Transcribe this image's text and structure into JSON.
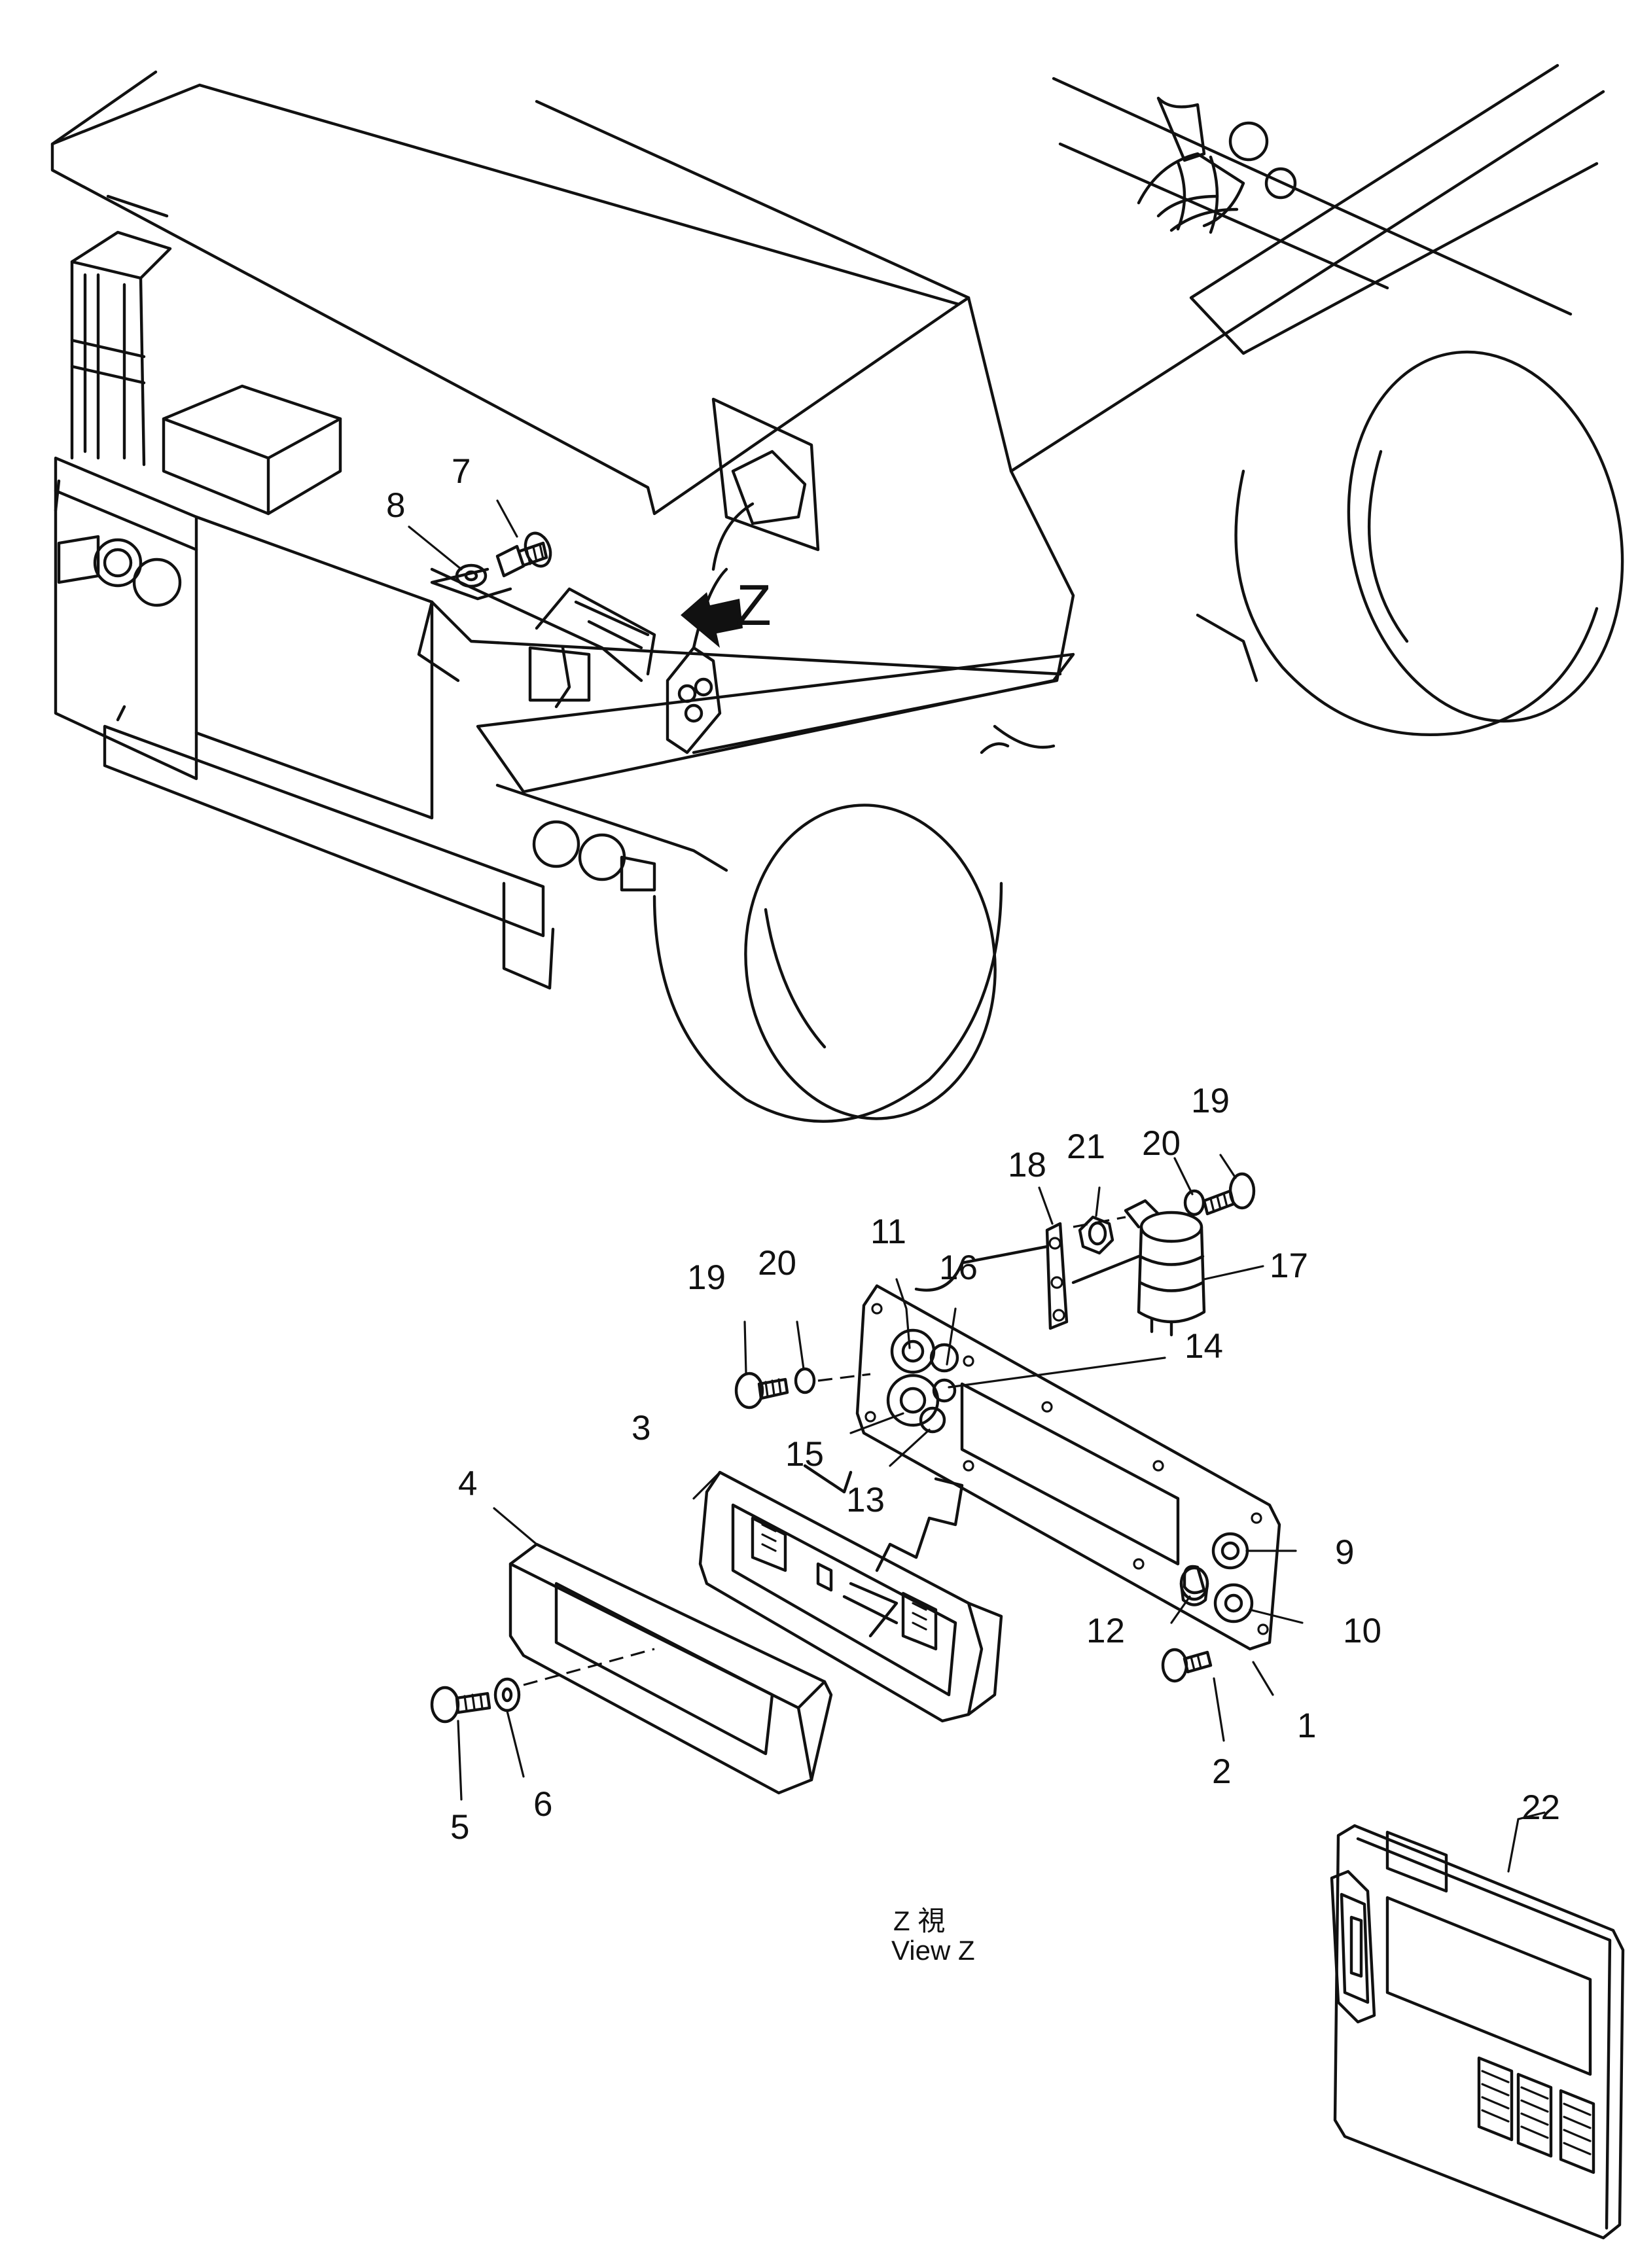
{
  "diagram": {
    "view_marker": "Z",
    "caption_top": "Z 視",
    "caption_bottom": "View Z",
    "callouts": [
      "1",
      "2",
      "3",
      "4",
      "5",
      "6",
      "7",
      "8",
      "9",
      "10",
      "11",
      "12",
      "13",
      "14",
      "15",
      "16",
      "17",
      "18",
      "19",
      "20",
      "21",
      "22",
      "19",
      "20"
    ]
  }
}
